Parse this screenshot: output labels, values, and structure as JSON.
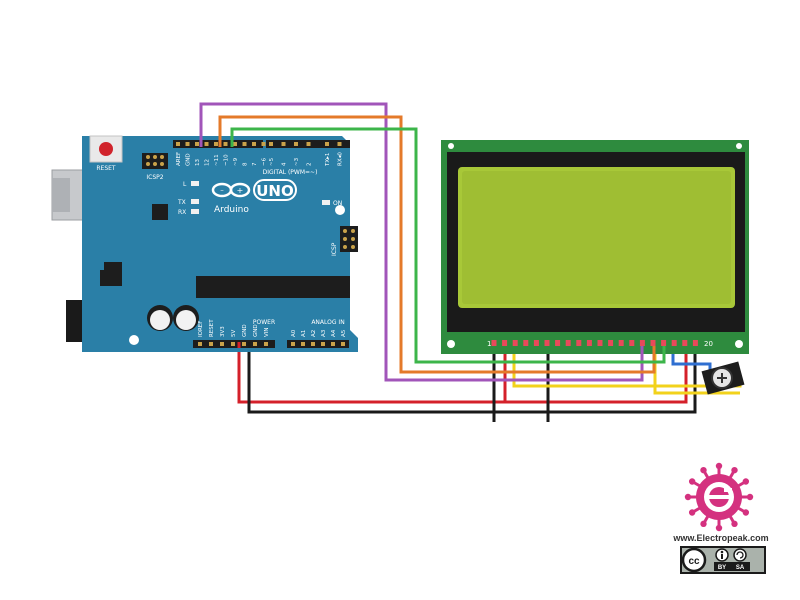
{
  "board": {
    "brand": "Arduino",
    "model": "UNO",
    "reset_label": "RESET",
    "icsp2_label": "ICSP2",
    "icsp_label": "ICSP",
    "led_l": "L",
    "led_tx": "TX",
    "led_rx": "RX",
    "led_on": "ON",
    "digital_label": "DIGITAL (PWM=~)",
    "power_label": "POWER",
    "analog_label": "ANALOG IN",
    "top_pins": [
      "AREF",
      "GND",
      "13",
      "12",
      "~11",
      "~10",
      "~9",
      "8",
      "7",
      "~6",
      "~5",
      "4",
      "~3",
      "2",
      "TX▸1",
      "RX◂0"
    ],
    "power_pins": [
      "IOREF",
      "RESET",
      "3V3",
      "5V",
      "GND",
      "GND",
      "VIN"
    ],
    "analog_pins": [
      "A0",
      "A1",
      "A2",
      "A3",
      "A4",
      "A5"
    ],
    "colors": {
      "pcb": "#2a7fa7",
      "pcb_dark": "#1f6a8e",
      "header": "#1d1d1d"
    }
  },
  "lcd": {
    "pin_first": "1",
    "pin_last": "20",
    "colors": {
      "frame": "#1a1a1a",
      "screen": "#a8c838",
      "pcb": "#2e8b3e"
    }
  },
  "wires": {
    "colors": {
      "purple": "#a155b9",
      "orange": "#e47a2a",
      "green": "#3cb54a",
      "red": "#d4202a",
      "black": "#1a1a1a",
      "yellow": "#f2d21b",
      "blue": "#2f6fd1"
    }
  },
  "potentiometer": {
    "icon": "potentiometer-icon"
  },
  "brand": {
    "site": "www.Electropeak.com",
    "license_cc": "cc",
    "license_by": "BY",
    "license_sa": "SA",
    "colors": {
      "logo": "#d4317f"
    }
  }
}
